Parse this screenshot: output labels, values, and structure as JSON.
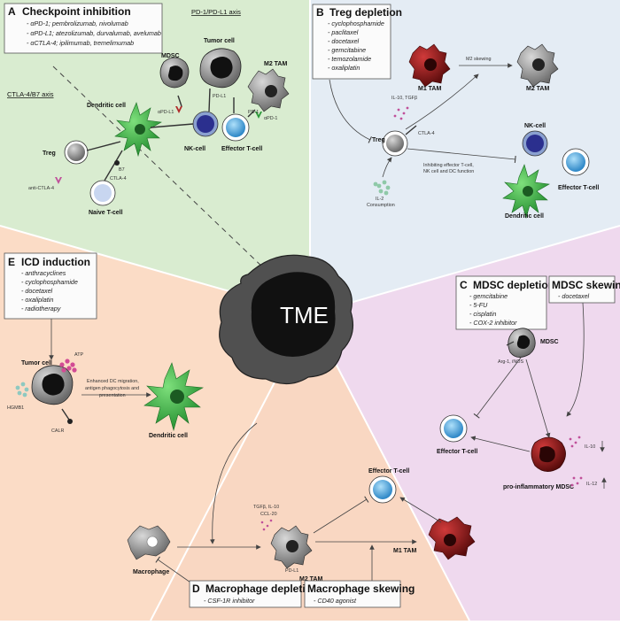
{
  "panels": {
    "A": {
      "letter": "A",
      "title": "Checkpoint inhibition",
      "items": [
        "- αPD-1; pembrolizumab, nivolumab",
        "- αPD-L1; atezolizumab, durvalumab, avelumab",
        "- αCTLA-4; ipilimumab, tremelimumab"
      ],
      "axis_pd1": "PD-1/PD-L1 axis",
      "axis_ctla4": "CTLA-4/B7 axis",
      "cells": {
        "mdsc": "MDSC",
        "tumor": "Tumor cell",
        "m2tam": "M2 TAM",
        "dendritic": "Dendritic cell",
        "treg": "Treg",
        "nk": "NK-cell",
        "effector": "Effector T-cell",
        "naive": "Naive T-cell"
      },
      "molecules": {
        "apdl1": "αPD-L1",
        "pdl1": "PD-L1",
        "pd1": "PD-1",
        "apd1": "αPD-1",
        "b7": "B7",
        "ctla4": "CTLA-4",
        "actla4": "anti-CTLA-4"
      }
    },
    "B": {
      "letter": "B",
      "title": "Treg depletion",
      "items": [
        "- cyclophosphamide",
        "- paclitaxel",
        "- docetaxel",
        "- gemcitabine",
        "- temozolamide",
        "- oxaliplatin"
      ],
      "m1": "M1 TAM",
      "m2": "M2 TAM",
      "skew": "M2 skewing",
      "il10": "IL-10, TGFβ",
      "treg": "Treg",
      "ctla4": "CTLA-4",
      "il2": "IL-2",
      "consumption": "Consumption",
      "inhibit": [
        "Inhibiting effector T-cell,",
        "NK cell and DC function"
      ],
      "nk": "NK-cell",
      "effector": "Effector T-cell",
      "dendritic": "Dendritic cell"
    },
    "C": {
      "letter": "C",
      "title": "MDSC depletion",
      "items": [
        "- gemcitabine",
        "- 5-FU",
        "- cisplatin",
        "- COX-2 inhibitor"
      ],
      "skew_title": "MDSC skewing",
      "skew_items": [
        "- docetaxel"
      ],
      "mdsc": "MDSC",
      "arg": "Arg-1, iNOS",
      "effector": "Effector T-cell",
      "proinf": "pro-inflammatory MDSC",
      "il10": "IL-10",
      "il12": "IL-12"
    },
    "D": {
      "letter": "D",
      "title": "Macrophage depletion",
      "items": [
        "- CSF-1R inhibitor"
      ],
      "skew_title": "Macrophage skewing",
      "skew_items": [
        "- CD40 agonist"
      ],
      "macrophage": "Macrophage",
      "m2": "M2 TAM",
      "m1": "M1 TAM",
      "effector": "Effector T-cell",
      "tgf": [
        "TGFβ, IL-10",
        "CCL-20"
      ],
      "pdl1": "PD-L1"
    },
    "E": {
      "letter": "E",
      "title": "ICD induction",
      "items": [
        "- anthracyclines",
        "- cyclophosphamide",
        "- docetaxel",
        "- oxaliplatin",
        "- radiotherapy"
      ],
      "tumor": "Tumor cell",
      "atp": "ATP",
      "hmgb1": "HGMB1",
      "calr": "CALR",
      "enhanced": [
        "Enhanced DC migration,",
        "antigen phagocytosis and",
        "presentation"
      ],
      "dendritic": "Dendritic cell"
    }
  },
  "center": "TME",
  "colors": {
    "green": "#d9ecd0",
    "blue": "#e4ecf4",
    "pink": "#efd9ee",
    "orange": "#f8d3bb",
    "tme_gray": "#505050",
    "dc_green": "#2aa43a",
    "m1_red": "#8c1a1a",
    "nk_purple": "#2b2f8e",
    "t_blue": "#3a9ad8"
  }
}
